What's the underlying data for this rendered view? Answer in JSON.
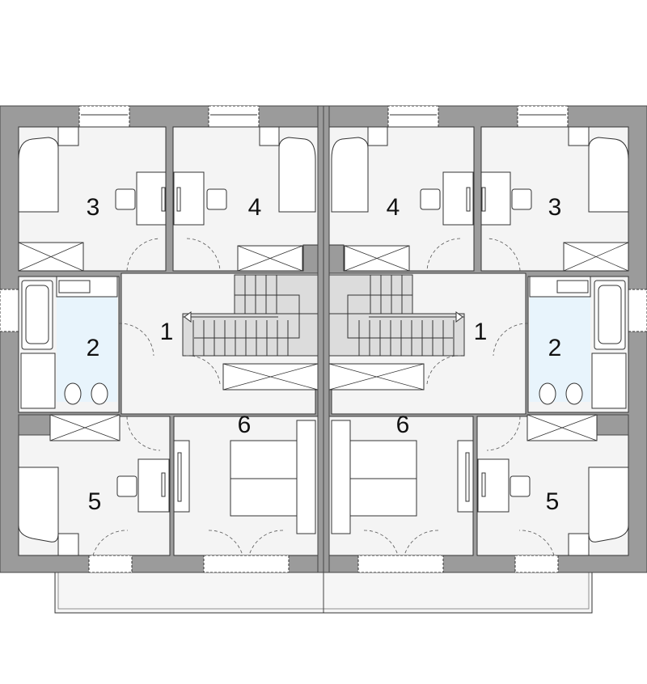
{
  "colors": {
    "wall": "#9b9b9b",
    "floor": "#f4f4f4",
    "bathroom": "#e8f4fc",
    "stairs": "#dcdcdc"
  },
  "rooms": [
    {
      "label": "3"
    },
    {
      "label": "4"
    },
    {
      "label": "4"
    },
    {
      "label": "3"
    },
    {
      "label": "1"
    },
    {
      "label": "2"
    },
    {
      "label": "1"
    },
    {
      "label": "2"
    },
    {
      "label": "5"
    },
    {
      "label": "6"
    },
    {
      "label": "6"
    },
    {
      "label": "5"
    }
  ]
}
